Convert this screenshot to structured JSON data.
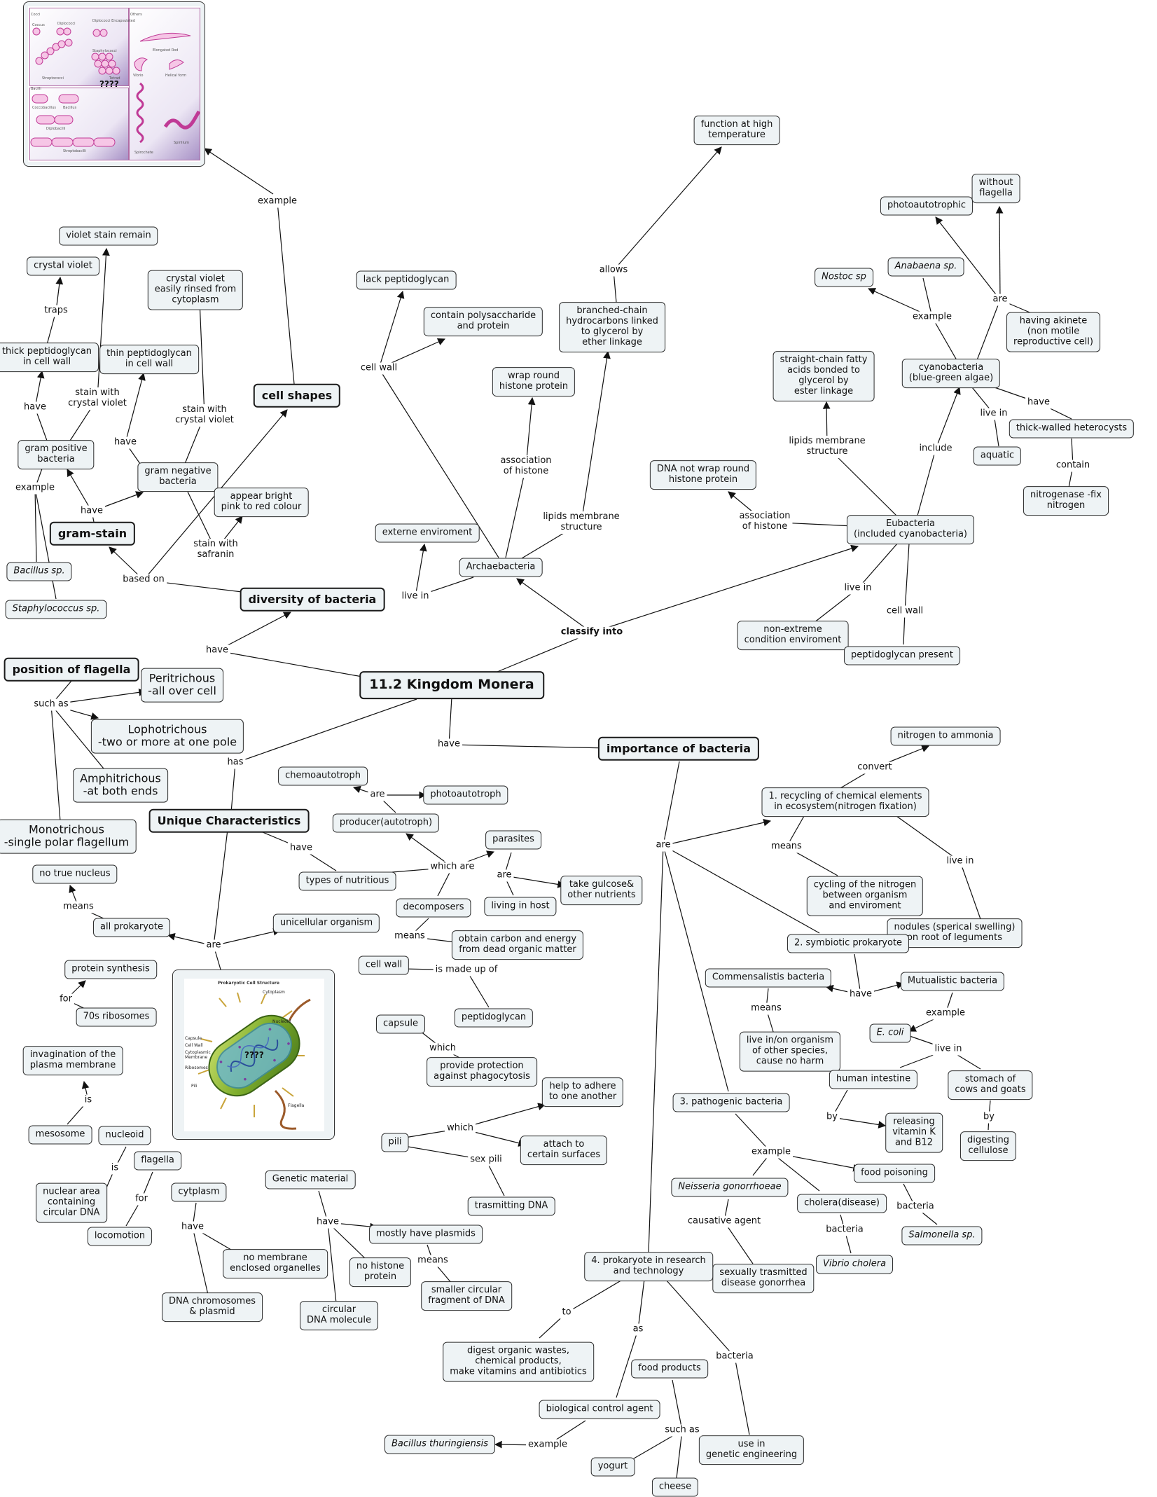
{
  "nodes": {
    "root": "11.2 Kingdom Monera",
    "diversity": "diversity of bacteria",
    "gram_stain": "gram-stain",
    "cell_shapes": "cell shapes",
    "position_flagella": "position of flagella",
    "gram_pos": "gram positive\nbacteria",
    "gram_neg": "gram negative\nbacteria",
    "thick_pg": "thick peptidoglycan\nin cell wall",
    "thin_pg": "thin peptidoglycan\nin cell wall",
    "crystal_violet": "crystal violet",
    "violet_remain": "violet stain remain",
    "cv_rinsed": "crystal violet\neasily rinsed from\ncytoplasm",
    "pink_red": "appear bright\npink to red colour",
    "bacillus_sp": "Bacillus sp.",
    "staph_sp": "Staphylococcus sp.",
    "peritrichous": "Peritrichous\n-all over cell",
    "lophotrichous": "Lophotrichous\n-two or more at one pole",
    "amphitrichous": "Amphitrichous\n-at both ends",
    "monotrichous": "Monotrichous\n-single polar flagellum",
    "archaebacteria": "Archaebacteria",
    "lack_pg": "lack peptidoglycan",
    "polysaccharide": "contain polysaccharide\nand protein",
    "wrap_histone": "wrap round\nhistone protein",
    "branched_chain": "branched-chain\nhydrocarbons linked\nto glycerol by\nether linkage",
    "high_temp": "function at high\ntemperature",
    "extreme_env": "externe enviroment",
    "eubacteria": "Eubacteria\n(included cyanobacteria)",
    "dna_not_wrap": "DNA not wrap round\nhistone protein",
    "straight_chain": "straight-chain fatty\nacids bonded to\nglycerol by\nester linkage",
    "non_extreme": "non-extreme\ncondition enviroment",
    "pg_present": "peptidoglycan present",
    "cyanobacteria": "cyanobacteria\n(blue-green algae)",
    "nostoc": "Nostoc sp",
    "anabaena": "Anabaena sp.",
    "photoautotrophic": "photoautotrophic",
    "without_flagella": "without\nflagella",
    "akinete": "having akinete\n(non motile\nreproductive cell)",
    "aquatic": "aquatic",
    "heterocysts": "thick-walled heterocysts",
    "nitrogenase": "nitrogenase -fix\nnitrogen",
    "unique": "Unique Characteristics",
    "no_nucleus": "no true nucleus",
    "all_prokaryote": "all prokaryote",
    "unicellular": "unicellular organism",
    "types_nutrition": "types of nutritious",
    "producer": "producer(autotroph)",
    "chemoautotroph": "chemoautotroph",
    "photoautotroph": "photoautotroph",
    "parasites": "parasites",
    "living_host": "living in host",
    "take_glucose": "take gulcose&\nother nutrients",
    "decomposers": "decomposers",
    "obtain_carbon": "obtain carbon and energy\nfrom dead organic matter",
    "cell_wall_n": "cell wall",
    "peptidoglycan": "peptidoglycan",
    "capsule": "capsule",
    "protection": "provide protection\nagainst phagocytosis",
    "pili": "pili",
    "adhere": "help to adhere\nto one another",
    "attach": "attach to\ncertain surfaces",
    "transmit_dna": "trasmitting DNA",
    "protein_synthesis": "protein synthesis",
    "ribosomes": "70s ribosomes",
    "invagination": "invagination of the\nplasma membrane",
    "mesosome": "mesosome",
    "nucleoid": "nucleoid",
    "nuclear_area": "nuclear area\ncontaining\ncircular DNA",
    "flagella_n": "flagella",
    "locomotion": "locomotion",
    "cytoplasm": "cytplasm",
    "no_membrane": "no membrane\nenclosed organelles",
    "dna_chrom": "DNA chromosomes\n& plasmid",
    "genetic": "Genetic material",
    "plasmids": "mostly have plasmids",
    "smaller_circular": "smaller circular\nfragment of DNA",
    "no_histone": "no histone\nprotein",
    "circular_dna": "circular\nDNA molecule",
    "importance": "importance of bacteria",
    "recycling": "1. recycling of chemical elements\nin ecosystem(nitrogen fixation)",
    "nitrogen_ammonia": "nitrogen to ammonia",
    "cycling": "cycling of the nitrogen\nbetween organism\nand enviroment",
    "nodules": "nodules (sperical swelling)\non root of leguments",
    "symbiotic": "2. symbiotic prokaryote",
    "commensalistic": "Commensalistis bacteria",
    "mutualistic": "Mutualistic bacteria",
    "live_inon": "live in/on organism\nof other species,\ncause no harm",
    "ecoli": "E. coli",
    "human_intestine": "human intestine",
    "stomach": "stomach of\ncows and goats",
    "vitamin": "releasing\nvitamin K\nand B12",
    "digesting": "digesting\ncellulose",
    "pathogenic": "3. pathogenic bacteria",
    "neisseria": "Neisseria gonorrhoeae",
    "food_poisoning": "food poisoning",
    "cholera": "cholera(disease)",
    "std": "sexually trasmitted\ndisease gonorrhea",
    "vibrio": "Vibrio cholera",
    "salmonella": "Salmonella sp.",
    "research": "4. prokaryote in research\nand technology",
    "digest_organic": "digest organic wastes,\nchemical products,\nmake vitamins and antibiotics",
    "food_products": "food products",
    "genetic_eng": "use in\ngenetic engineering",
    "bio_control": "biological control agent",
    "bacillus_thur": "Bacillus thuringiensis",
    "yogurt": "yogurt",
    "cheese": "cheese"
  },
  "labels": {
    "example_top": "example",
    "traps": "traps",
    "have_tp": "have",
    "stain_cv1": "stain with\ncrystal violet",
    "stain_cv2": "stain with\ncrystal violet",
    "have_gn": "have",
    "example_gp": "example",
    "have_gs": "have",
    "stain_saf": "stain with\nsafranin",
    "based_on": "based on",
    "such_as_fl": "such as",
    "have_root": "have",
    "cell_wall_a": "cell wall",
    "assoc_histone_a": "association\nof histone",
    "lipids_a": "lipids membrane\nstructure",
    "allows": "allows",
    "live_in_a": "live in",
    "classify": "classify into",
    "assoc_histone_e": "association\nof histone",
    "lipids_e": "lipids membrane\nstructure",
    "include": "include",
    "live_in_e": "live in",
    "cell_wall_e": "cell wall",
    "example_cy": "example",
    "are_cy": "are",
    "live_in_cy": "live in",
    "have_cy": "have",
    "contain": "contain",
    "has": "has",
    "have_root2": "have",
    "are_uc": "are",
    "means_np": "means",
    "have_tn": "have",
    "are_pr": "are",
    "which_are": "which are",
    "are_pa": "are",
    "means_dc": "means",
    "made_up": "is made up of",
    "which_cap": "which",
    "which_pili": "which",
    "sex_pili": "sex pili",
    "for_rib": "for",
    "is_mes": "is",
    "is_nuc": "is",
    "for_fl": "for",
    "have_cyt": "have",
    "have_gen": "have",
    "means_pl": "means",
    "are_imp": "are",
    "convert": "convert",
    "means_rc": "means",
    "live_in_rc": "live in",
    "have_sym": "have",
    "means_com": "means",
    "example_mu": "example",
    "live_in_ec": "live in",
    "by_hi": "by",
    "by_st": "by",
    "example_pa": "example",
    "causative": "causative agent",
    "bacteria_ch": "bacteria",
    "bacteria_fp": "bacteria",
    "to_rs": "to",
    "as_rs": "as",
    "bacteria_rs": "bacteria",
    "such_as_fp": "such as",
    "example_bc": "example"
  },
  "cell_image": {
    "title": "Prokaryotic Cell Structure",
    "parts": [
      "Cytoplasm",
      "Nucleoid",
      "Capsule",
      "Cell Wall",
      "Cytoplasmic\nMembrane",
      "Ribosomes",
      "Pili",
      "Flagella"
    ],
    "mark": "????"
  },
  "shapes_image": {
    "mark": "????",
    "cocci_title": "Cocci",
    "bacilli_title": "Bacilli",
    "others_title": "Others",
    "cocci": [
      "Coccus",
      "Diplococci",
      "Diplococci\nEncapsulated",
      "Staphylococci",
      "Streptococci",
      "Tetrad"
    ],
    "bacilli": [
      "Coccobacillus",
      "Bacillus",
      "Diplobacilli",
      "Streptobacilli"
    ],
    "others": [
      "Elongated Rod",
      "Vibrio",
      "Helical form",
      "Spirochete",
      "Spirillum"
    ]
  }
}
